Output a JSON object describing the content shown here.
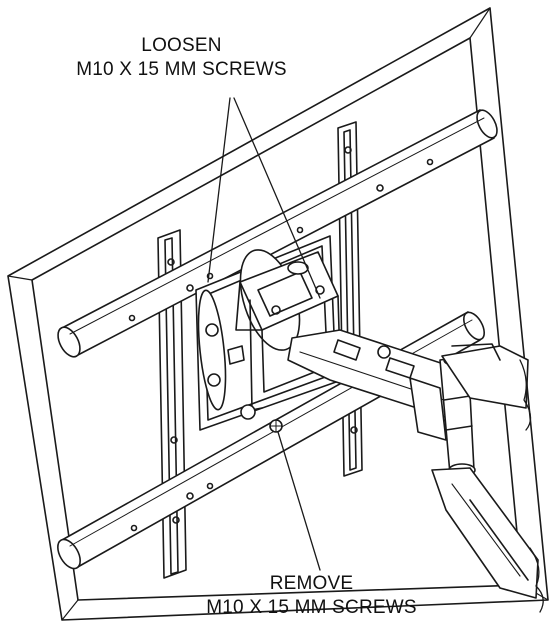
{
  "callouts": {
    "loosen": {
      "line1": "LOOSEN",
      "line2": "M10 X 15 MM SCREWS"
    },
    "remove": {
      "line1": "REMOVE",
      "line2": "M10 X 15 MM SCREWS"
    }
  },
  "colors": {
    "line": "#1a1a1a",
    "background": "#ffffff"
  }
}
